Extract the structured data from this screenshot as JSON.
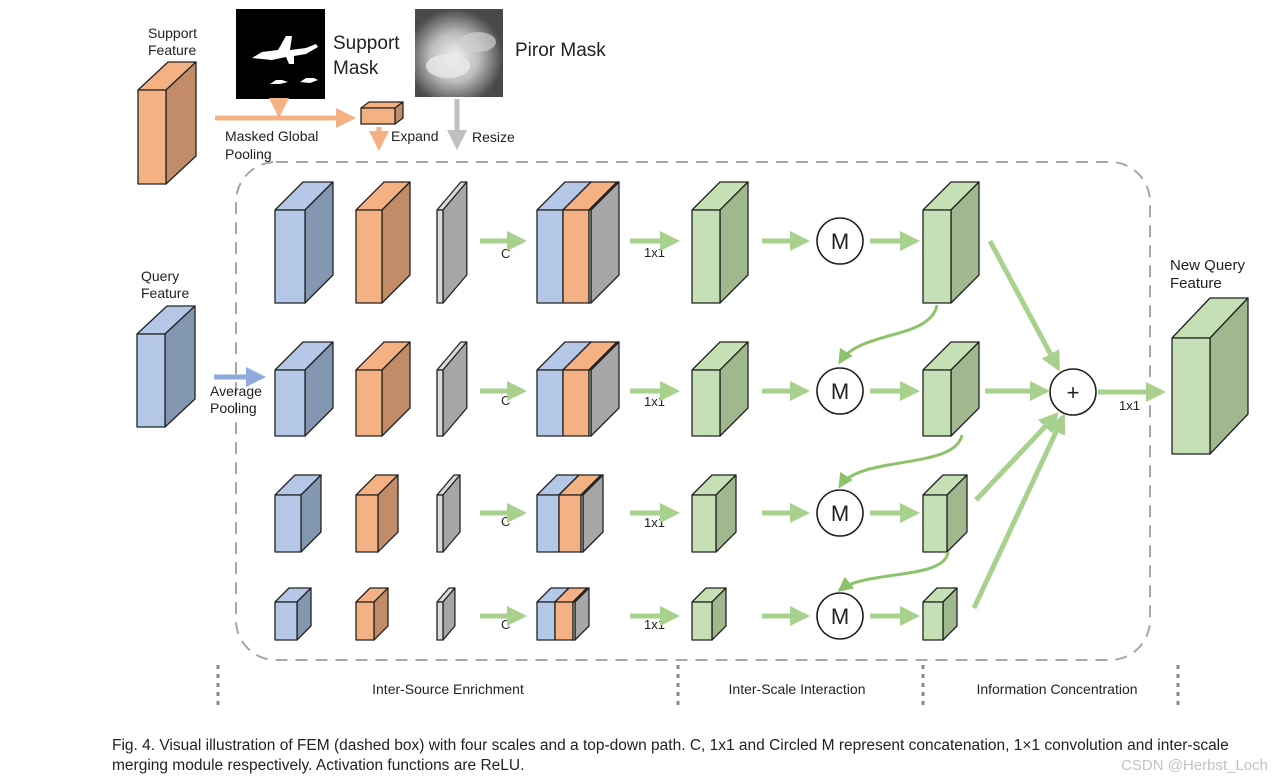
{
  "labels": {
    "support_feature": [
      "Support",
      "Feature"
    ],
    "support_mask": [
      "Support",
      "Mask"
    ],
    "prior_mask": "Piror Mask",
    "masked_global_pooling": [
      "Masked Global",
      "Pooling"
    ],
    "expand": "Expand",
    "resize": "Resize",
    "query_feature": [
      "Query",
      "Feature"
    ],
    "average_pooling": [
      "Average",
      "Pooling"
    ],
    "concat": "C",
    "conv": "1x1",
    "merge": "M",
    "plus": "+",
    "new_query_feature": [
      "New Query",
      "Feature"
    ]
  },
  "sections": [
    "Inter-Source Enrichment",
    "Inter-Scale Interaction",
    "Information Concentration"
  ],
  "caption": "Fig. 4. Visual illustration of FEM (dashed box) with four scales and a top-down path. C, 1x1 and Circled M represent concatenation, 1×1 convolution and inter-scale merging module respectively. Activation functions are ReLU.",
  "watermark": "CSDN @Herbst_Loch",
  "scales": 4,
  "colors": {
    "blue_front": "#b4c7e7",
    "blue_side": "#8497b0",
    "orange_front": "#f4b183",
    "orange_side": "#c38c68",
    "gray_front": "#d9d9d9",
    "gray_side": "#a6a6a6",
    "green_front": "#c5e0b4",
    "green_side": "#9fb88e",
    "arrow_green": "#a9d18e",
    "arrow_orange": "#f4b183",
    "arrow_blue": "#8faadc",
    "arrow_gray": "#bfbfbf",
    "dash": "#a6a6a6"
  }
}
